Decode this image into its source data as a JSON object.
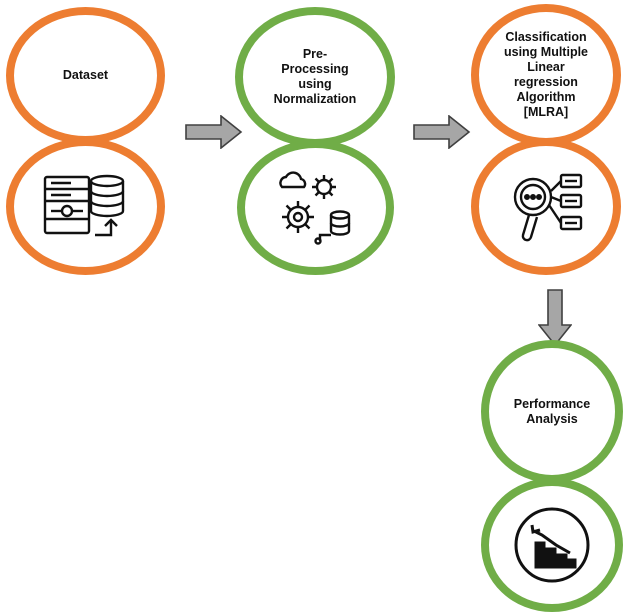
{
  "colors": {
    "orange": "#ed7d31",
    "green": "#70ad47",
    "arrow_fill": "#a6a6a6",
    "arrow_stroke": "#404040",
    "icon": "#111111"
  },
  "steps": [
    {
      "title": "Dataset",
      "icon": "database-server-upload-icon",
      "ring_color": "orange"
    },
    {
      "title": "Pre-\nProcessing\nusing\nNormalization",
      "icon": "cloud-gears-database-icon",
      "ring_color": "green"
    },
    {
      "title": "Classification\nusing Multiple\nLinear\nregression\nAlgorithm\n[MLRA]",
      "icon": "magnifier-list-analysis-icon",
      "ring_color": "orange"
    },
    {
      "title": "Performance\nAnalysis",
      "icon": "declining-bar-chart-icon",
      "ring_color": "green"
    }
  ],
  "flow_arrows": [
    "right",
    "right",
    "down"
  ]
}
